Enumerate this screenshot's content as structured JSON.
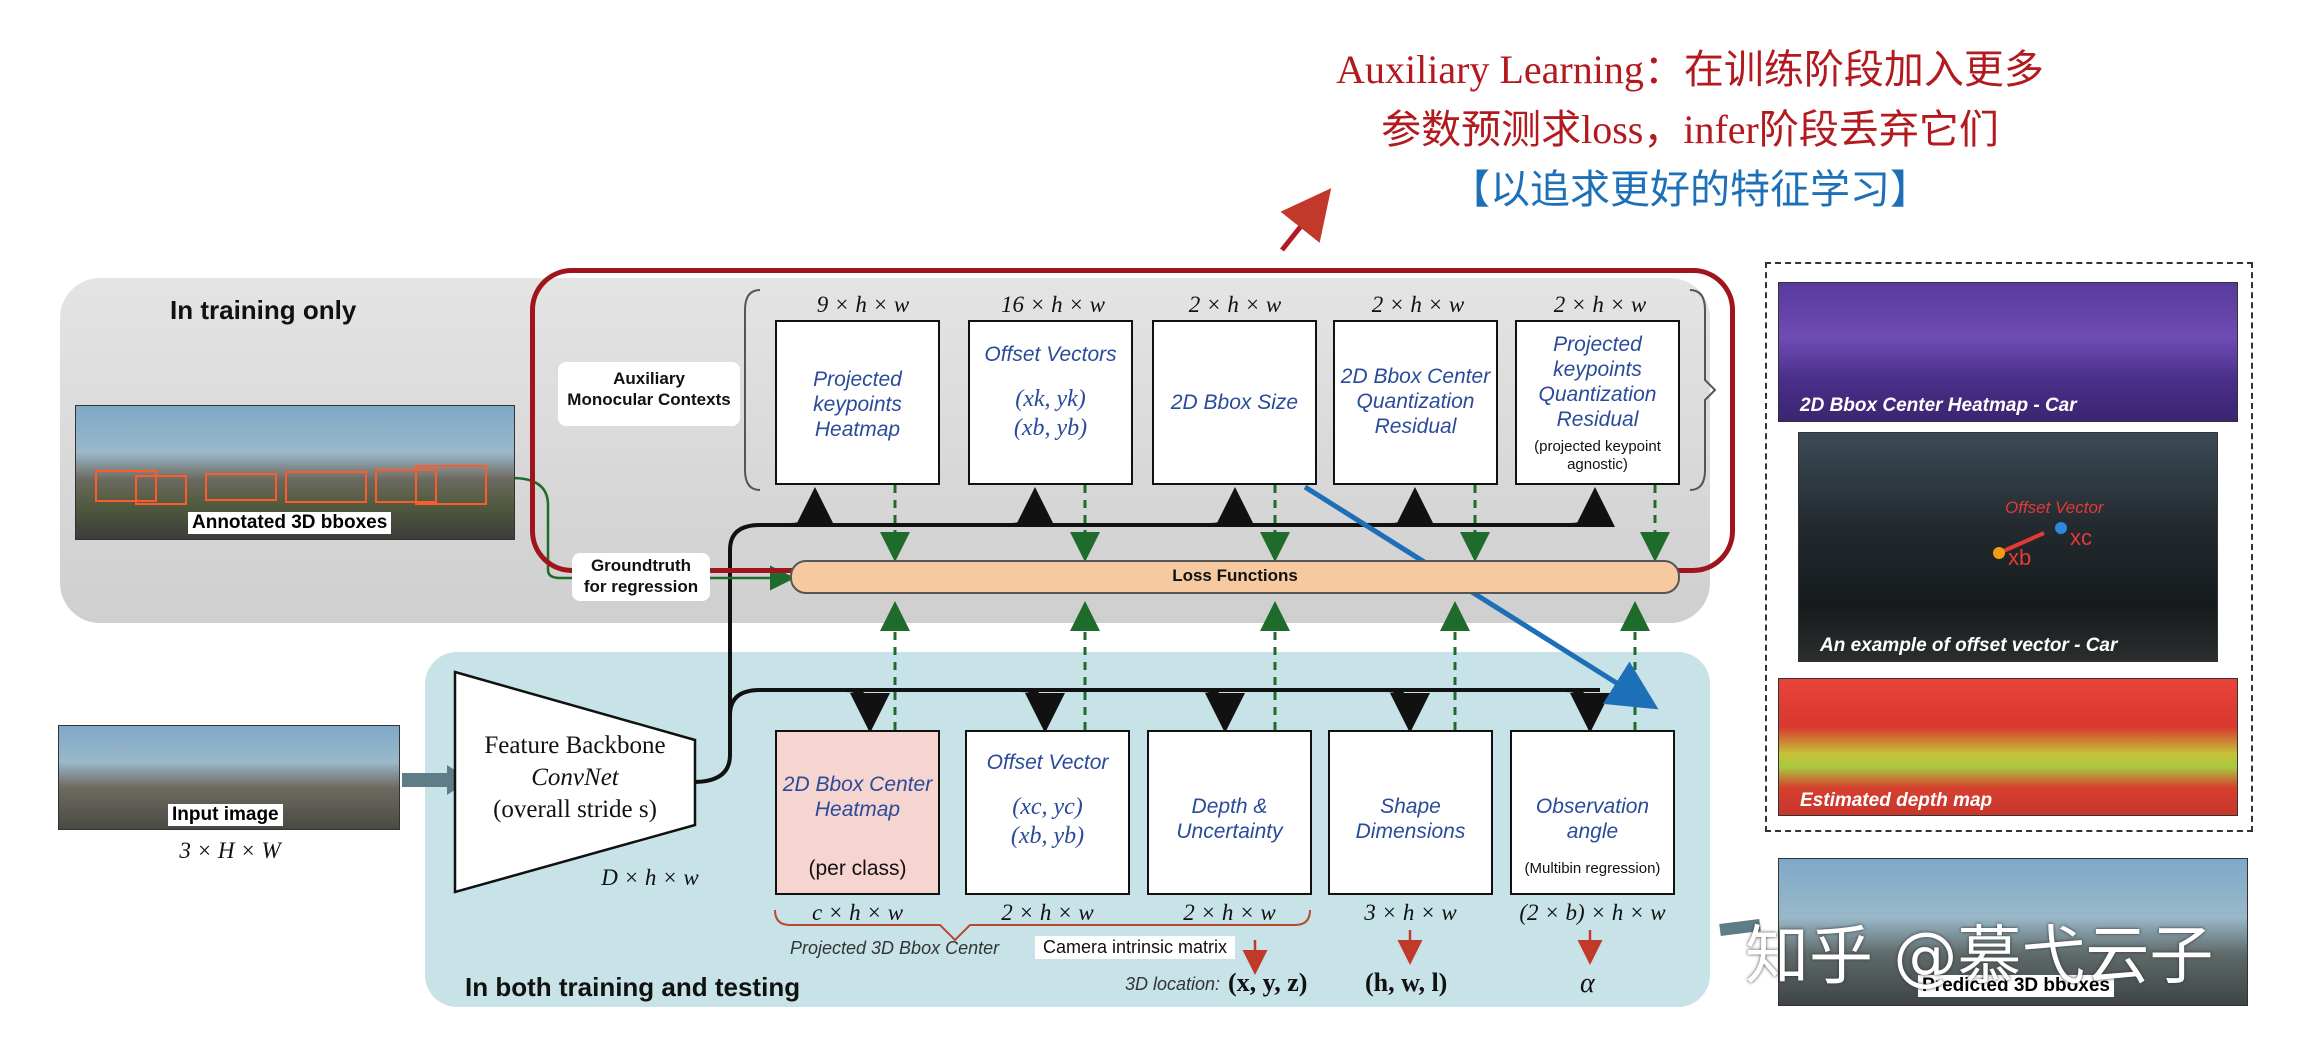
{
  "annotation": {
    "line1": "Auxiliary Learning：在训练阶段加入更多",
    "line2": "参数预测求loss，infer阶段丢弃它们",
    "line3": "【以追求更好的特征学习】",
    "red_color": "#b21a1f",
    "blue_color": "#1d6fb8"
  },
  "training_panel": {
    "title": "In training only",
    "aux_label": "Auxiliary\nMonocular Contexts",
    "gt_label": "Groundtruth\nfor regression",
    "loss_label": "Loss Functions",
    "annotated_caption": "Annotated 3D bboxes",
    "aux_boxes": [
      {
        "dim": "9 × h × w",
        "text": "Projected keypoints Heatmap"
      },
      {
        "dim": "16 × h × w",
        "text": "Offset Vectors"
      },
      {
        "dim": "2 × h × w",
        "text": "2D Bbox Size"
      },
      {
        "dim": "2 × h × w",
        "text": "2D Bbox Center Quantization Residual"
      },
      {
        "dim": "2 × h × w",
        "text": "Projected keypoints Quantization Residual",
        "note": "(projected keypoint agnostic)"
      }
    ],
    "offset_k": "(xk, yk)",
    "offset_b": "(xb, yb)"
  },
  "testing_panel": {
    "title": "In both training and testing",
    "input_caption": "Input image",
    "input_dim": "3 × H × W",
    "backbone_line1": "Feature Backbone",
    "backbone_line2": "ConvNet",
    "backbone_line3": "(overall stride s)",
    "backbone_out": "D × h × w",
    "heads": [
      {
        "dim": "c × h × w",
        "text": "2D Bbox Center Heatmap",
        "note": "(per class)"
      },
      {
        "dim": "2 × h × w",
        "text": "Offset Vector"
      },
      {
        "dim": "2 × h × w",
        "text": "Depth & Uncertainty"
      },
      {
        "dim": "3 × h × w",
        "text": "Shape Dimensions"
      },
      {
        "dim": "(2 × b) × h × w",
        "text": "Observation angle",
        "note": "(Multibin regression)"
      }
    ],
    "offset_c": "(xc, yc)",
    "offset_b": "(xb, yb)",
    "projected_center": "Projected 3D Bbox Center",
    "intrinsic": "Camera intrinsic matrix",
    "location_label": "3D location:",
    "location_value": "(x, y, z)",
    "shape_out": "(h, w, l)",
    "angle_out": "α"
  },
  "right_panel": {
    "heatmap_caption": "2D Bbox Center Heatmap - Car",
    "offset_caption": "An example of offset vector - Car",
    "offset_overlay": "Offset Vector",
    "xb": "xb",
    "xc": "xc",
    "depth_caption": "Estimated depth map",
    "pred_caption": "Predicted 3D bboxes",
    "watermark": "知乎 @慕弋云子"
  }
}
